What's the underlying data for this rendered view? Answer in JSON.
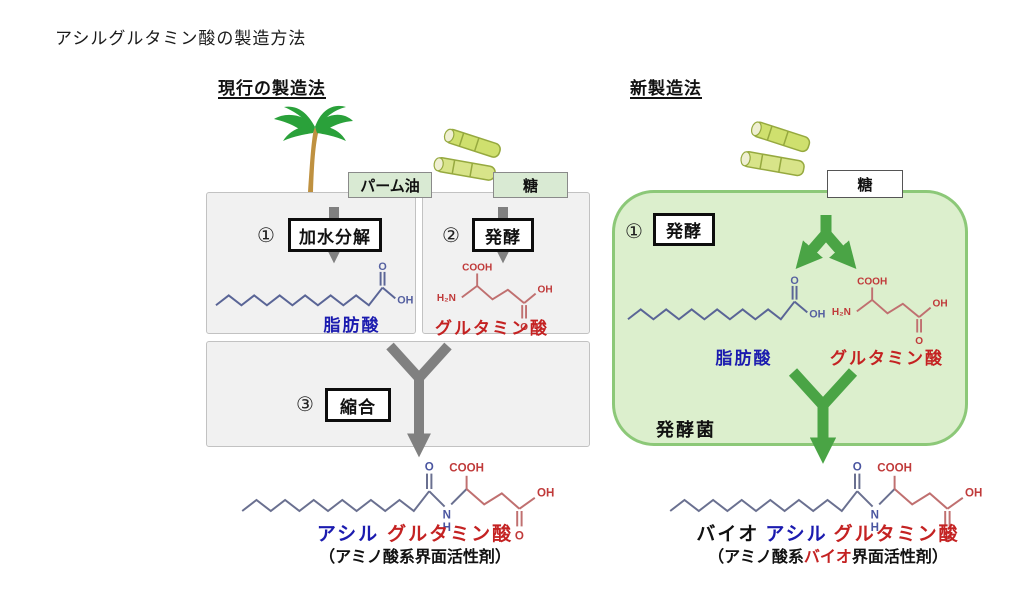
{
  "title": "アシルグルタミン酸の製造方法",
  "left": {
    "header": "現行の製造法",
    "palm_label": "パーム油",
    "sugar_label": "糖",
    "step1_num": "①",
    "step1": "加水分解",
    "step2_num": "②",
    "step2": "発酵",
    "step3_num": "③",
    "step3": "縮合",
    "fatty_label": "脂肪酸",
    "glutamic_label": "グルタミン酸",
    "final_acyl": "アシル",
    "final_glutamic": "グルタミン酸",
    "final_subtitle": "（アミノ酸系界面活性剤）"
  },
  "right": {
    "header": "新製造法",
    "sugar_label": "糖",
    "step1_num": "①",
    "step1": "発酵",
    "fatty_label": "脂肪酸",
    "glutamic_label": "グルタミン酸",
    "bacteria_label": "発酵菌",
    "final_bio": "バイオ",
    "final_acyl": "アシル",
    "final_glutamic": "グルタミン酸",
    "final_sub_pre": "（アミノ酸系",
    "final_sub_bio": "バイオ",
    "final_sub_post": "界面活性剤）"
  },
  "atoms": {
    "o": "O",
    "oh": "OH",
    "cooh": "COOH",
    "h2n": "H₂N",
    "n": "N",
    "h": "H"
  },
  "colors": {
    "blue_label": "#1b1baf",
    "red_label": "#c42222",
    "blue_structure": "#5a6596",
    "red_structure": "#c07070",
    "green_arrow": "#4aa445",
    "gray_arrow": "#808080",
    "green_box_fill": "#dcefcd",
    "green_box_border": "#8cc878",
    "gray_box_fill": "#f1f1f1",
    "gray_box_border": "#c2c2c2",
    "label_box_green": "#d9ead3"
  }
}
